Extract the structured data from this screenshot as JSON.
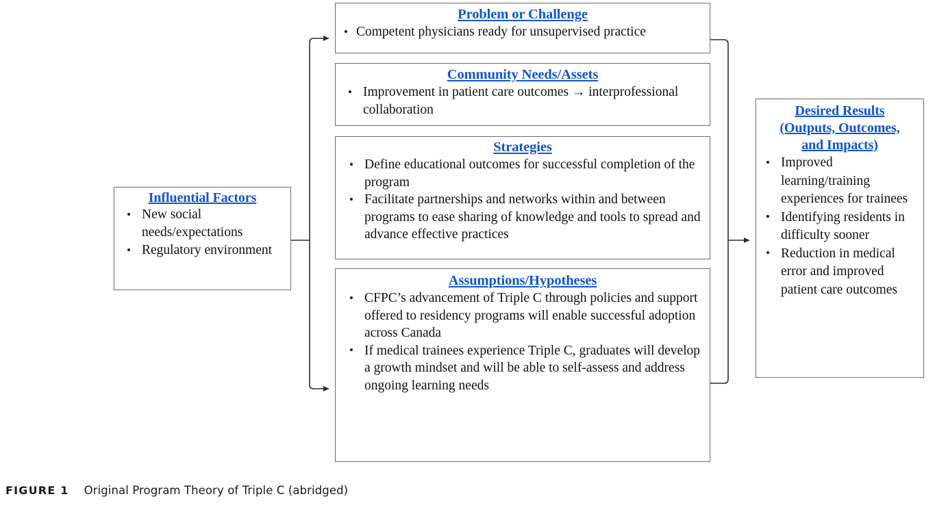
{
  "figure": {
    "label": "FIGURE 1",
    "caption": "Original Program Theory of Triple C (abridged)"
  },
  "theme": {
    "heading_color": "#1155cc",
    "text_color": "#111111",
    "box_border_color": "#6b6b6b",
    "connector_color": "#2b2b2b",
    "background": "#ffffff"
  },
  "boxes": {
    "influential_factors": {
      "title": "Influential Factors",
      "bullets": [
        "New social needs/expectations",
        "Regulatory environment"
      ]
    },
    "problem_or_challenge": {
      "title": "Problem or Challenge",
      "bullets": [
        "Competent physicians ready for unsupervised practice"
      ]
    },
    "community_needs_assets": {
      "title": "Community Needs/Assets",
      "bullets": [
        "Improvement in patient care outcomes → interprofessional collaboration"
      ]
    },
    "strategies": {
      "title": "Strategies",
      "bullets": [
        "Define educational outcomes for successful completion of the program",
        "Facilitate partnerships and  networks within and between programs to ease sharing of knowledge and tools to spread and advance effective practices"
      ]
    },
    "assumptions_hypotheses": {
      "title": "Assumptions/Hypotheses",
      "bullets": [
        "CFPC’s advancement of Triple C through policies and support offered to residency programs will enable successful adoption across Canada",
        "If medical trainees experience Triple C, graduates will develop a growth mindset and will be able to self-assess and address ongoing learning needs"
      ]
    },
    "desired_results": {
      "title": "Desired Results\n(Outputs, Outcomes,\nand Impacts)",
      "bullets": [
        "Improved learning/training experiences for trainees",
        "Identifying residents in difficulty sooner",
        "Reduction in medical error and improved patient care outcomes"
      ]
    }
  }
}
